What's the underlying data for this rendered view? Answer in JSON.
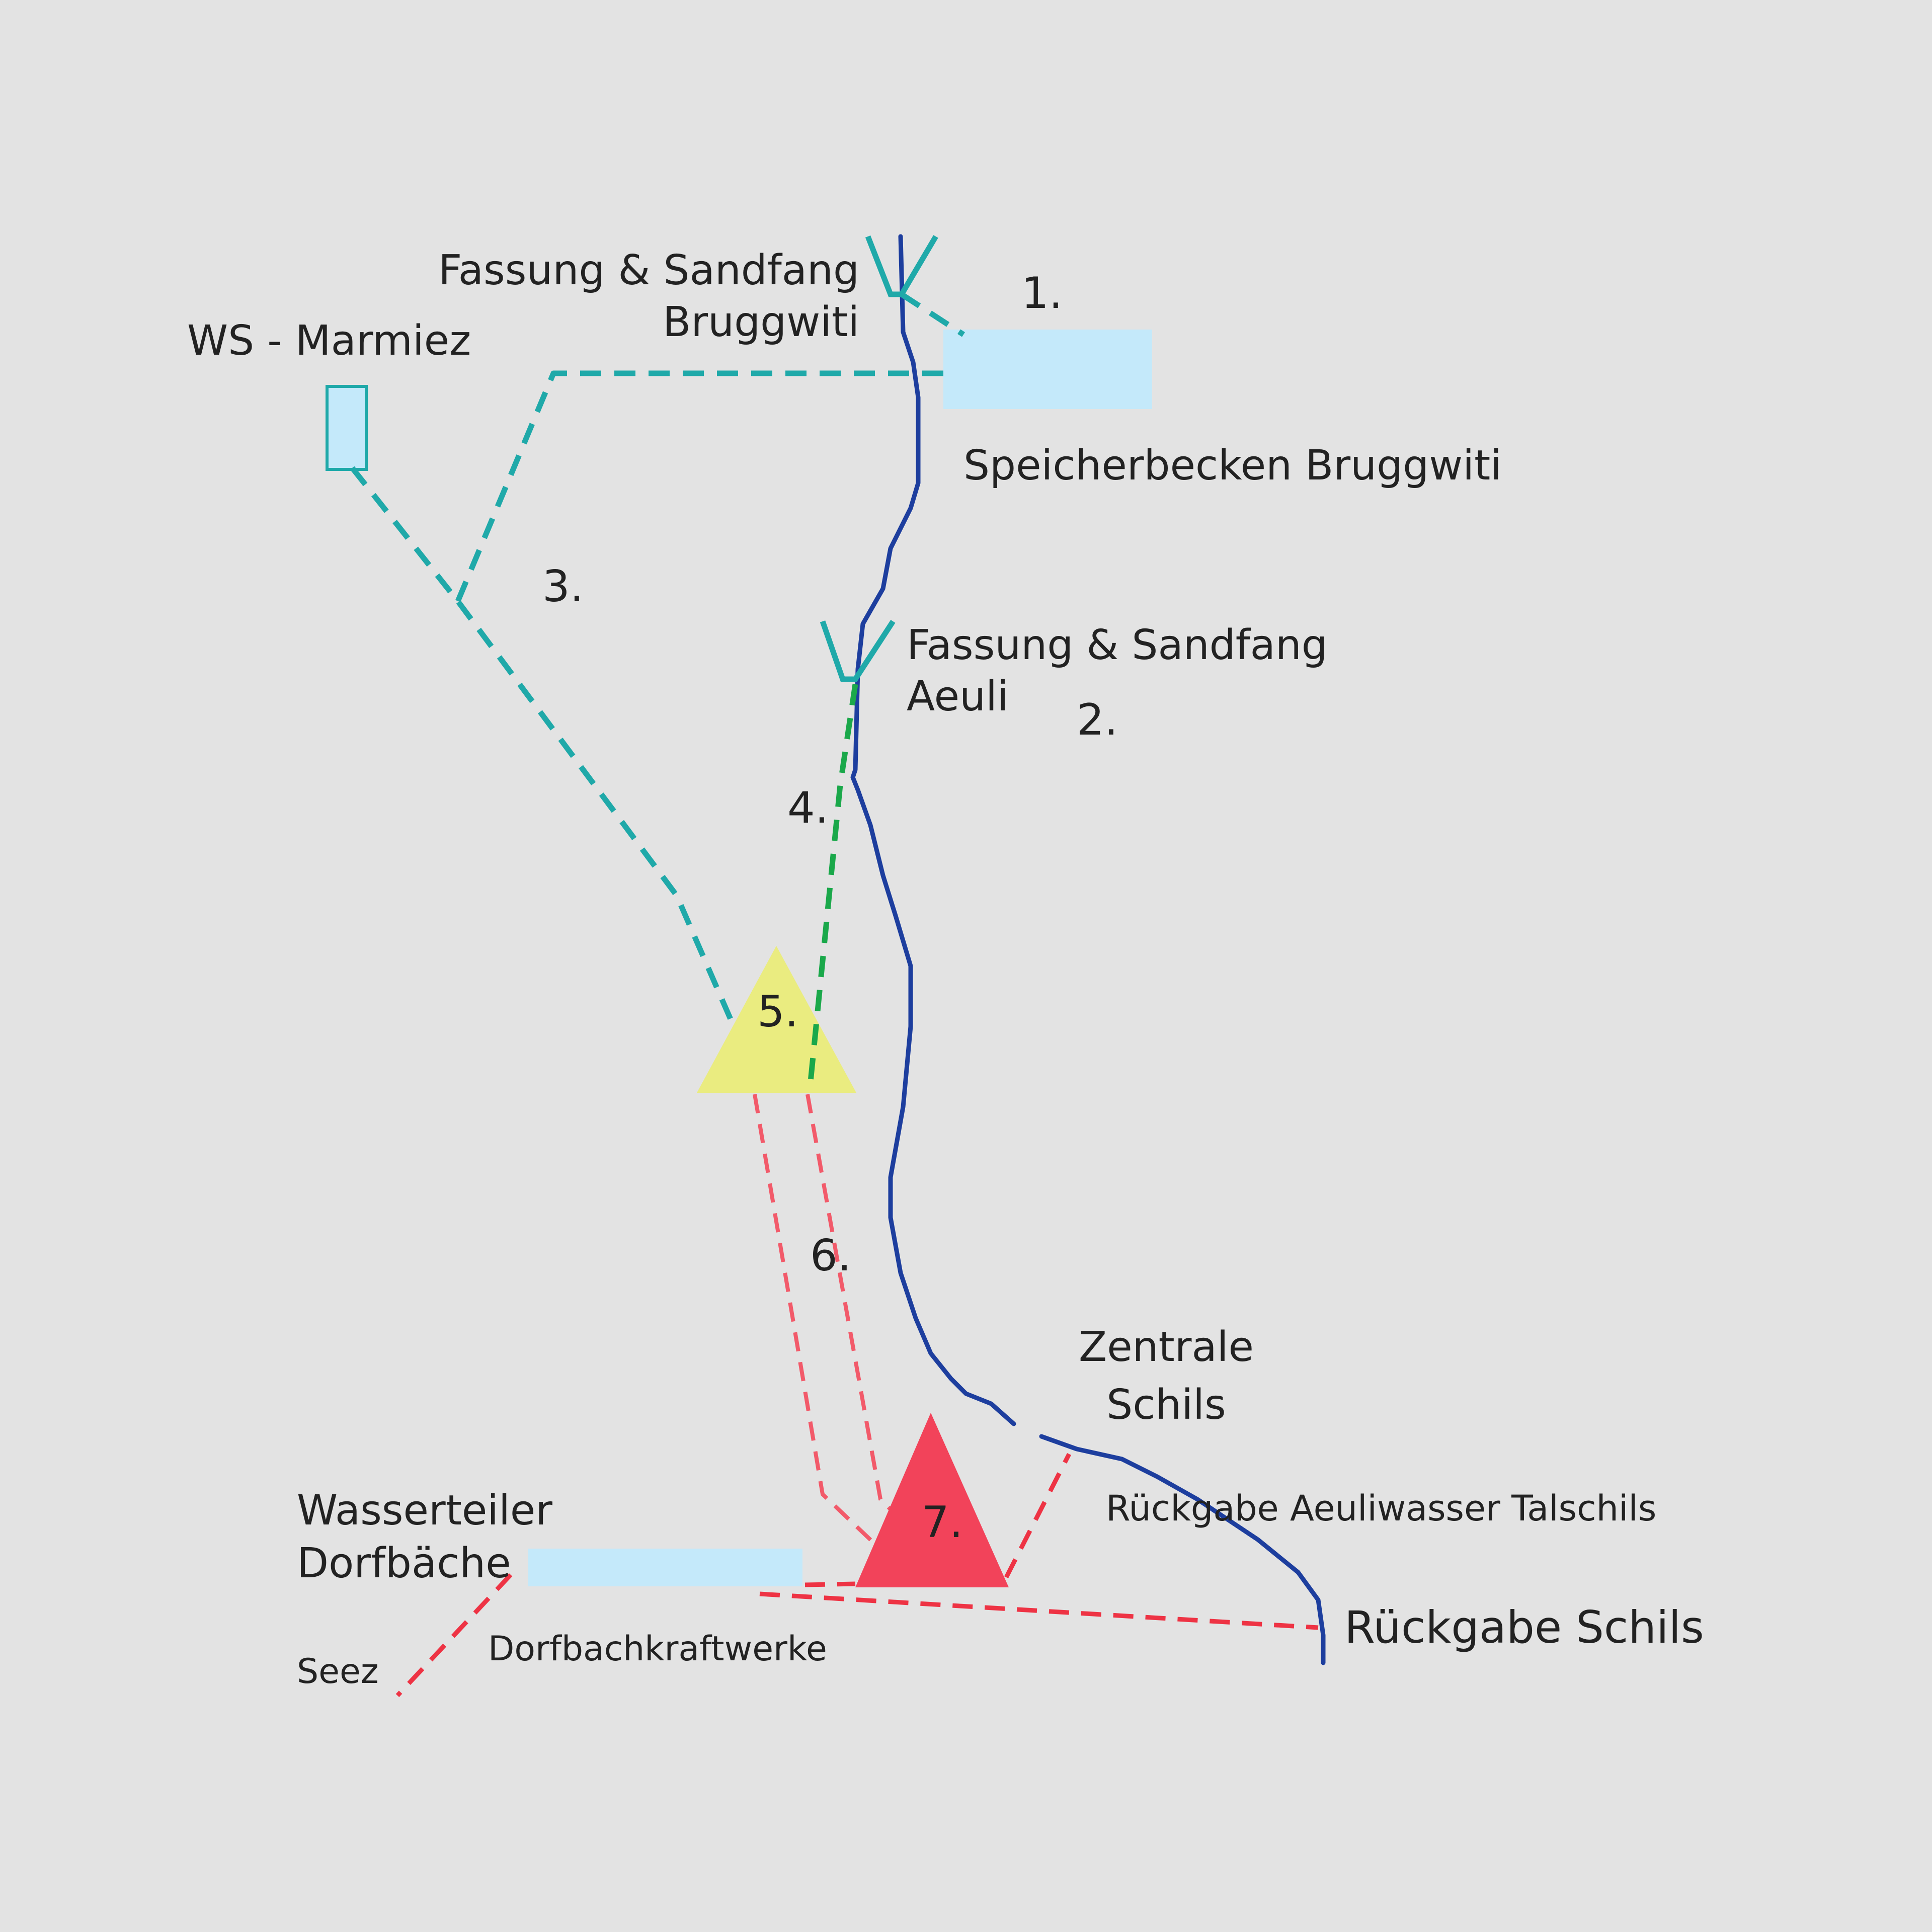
{
  "labels": {
    "fassung_bruggwiti_line1": "Fassung & Sandfang",
    "fassung_bruggwiti_line2": "Bruggwiti",
    "ws_marmiez": "WS - Marmiez",
    "speicherbecken": "Speicherbecken Bruggwiti",
    "fassung_aeuli_line1": "Fassung & Sandfang",
    "fassung_aeuli_line2": "Aeuli",
    "zentrale_line1": "Zentrale",
    "zentrale_line2": "Schils",
    "rueckgabe_aeuli": "Rückgabe Aeuliwasser Talschils",
    "rueckgabe_schils": "Rückgabe Schils",
    "wasserteiler_line1": "Wasserteiler",
    "wasserteiler_line2": "Dorfbäche",
    "seez": "Seez",
    "dorfbachkraftwerke": "Dorfbachkraftwerke"
  },
  "numbers": {
    "n1": "1.",
    "n2": "2.",
    "n3": "3.",
    "n4": "4.",
    "n5": "5.",
    "n6": "6.",
    "n7": "7."
  },
  "colors": {
    "background": "#e3e3e3",
    "river": "#1d3e9e",
    "teal_pipe": "#1fa9a9",
    "green_pipe": "#1aa84a",
    "red_pipe": "#ee3344",
    "pink_pipe": "#f25a6a",
    "reservoir": "#c4e9fa",
    "yellow_triangle": "#eaec80",
    "red_triangle": "#f2435a"
  }
}
